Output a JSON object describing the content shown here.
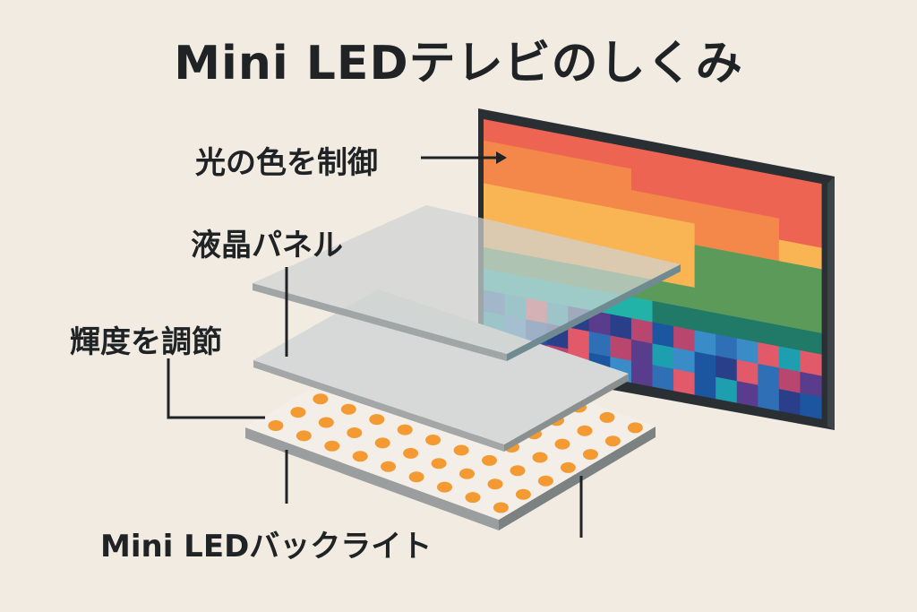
{
  "title": "Mini LEDテレビのしくみ",
  "labels": {
    "color_control": "光の色を制御",
    "lcd_panel": "液晶パネル",
    "brightness": "輝度を調節",
    "backlight": "Mini LEDバックライト"
  },
  "colors": {
    "background": "#f2ebe1",
    "tv_frame": "#2a2f33",
    "led": "#f39a32",
    "panel": "#d4d7d6",
    "panel_edge": "#8f9494",
    "text": "#1f2326"
  }
}
